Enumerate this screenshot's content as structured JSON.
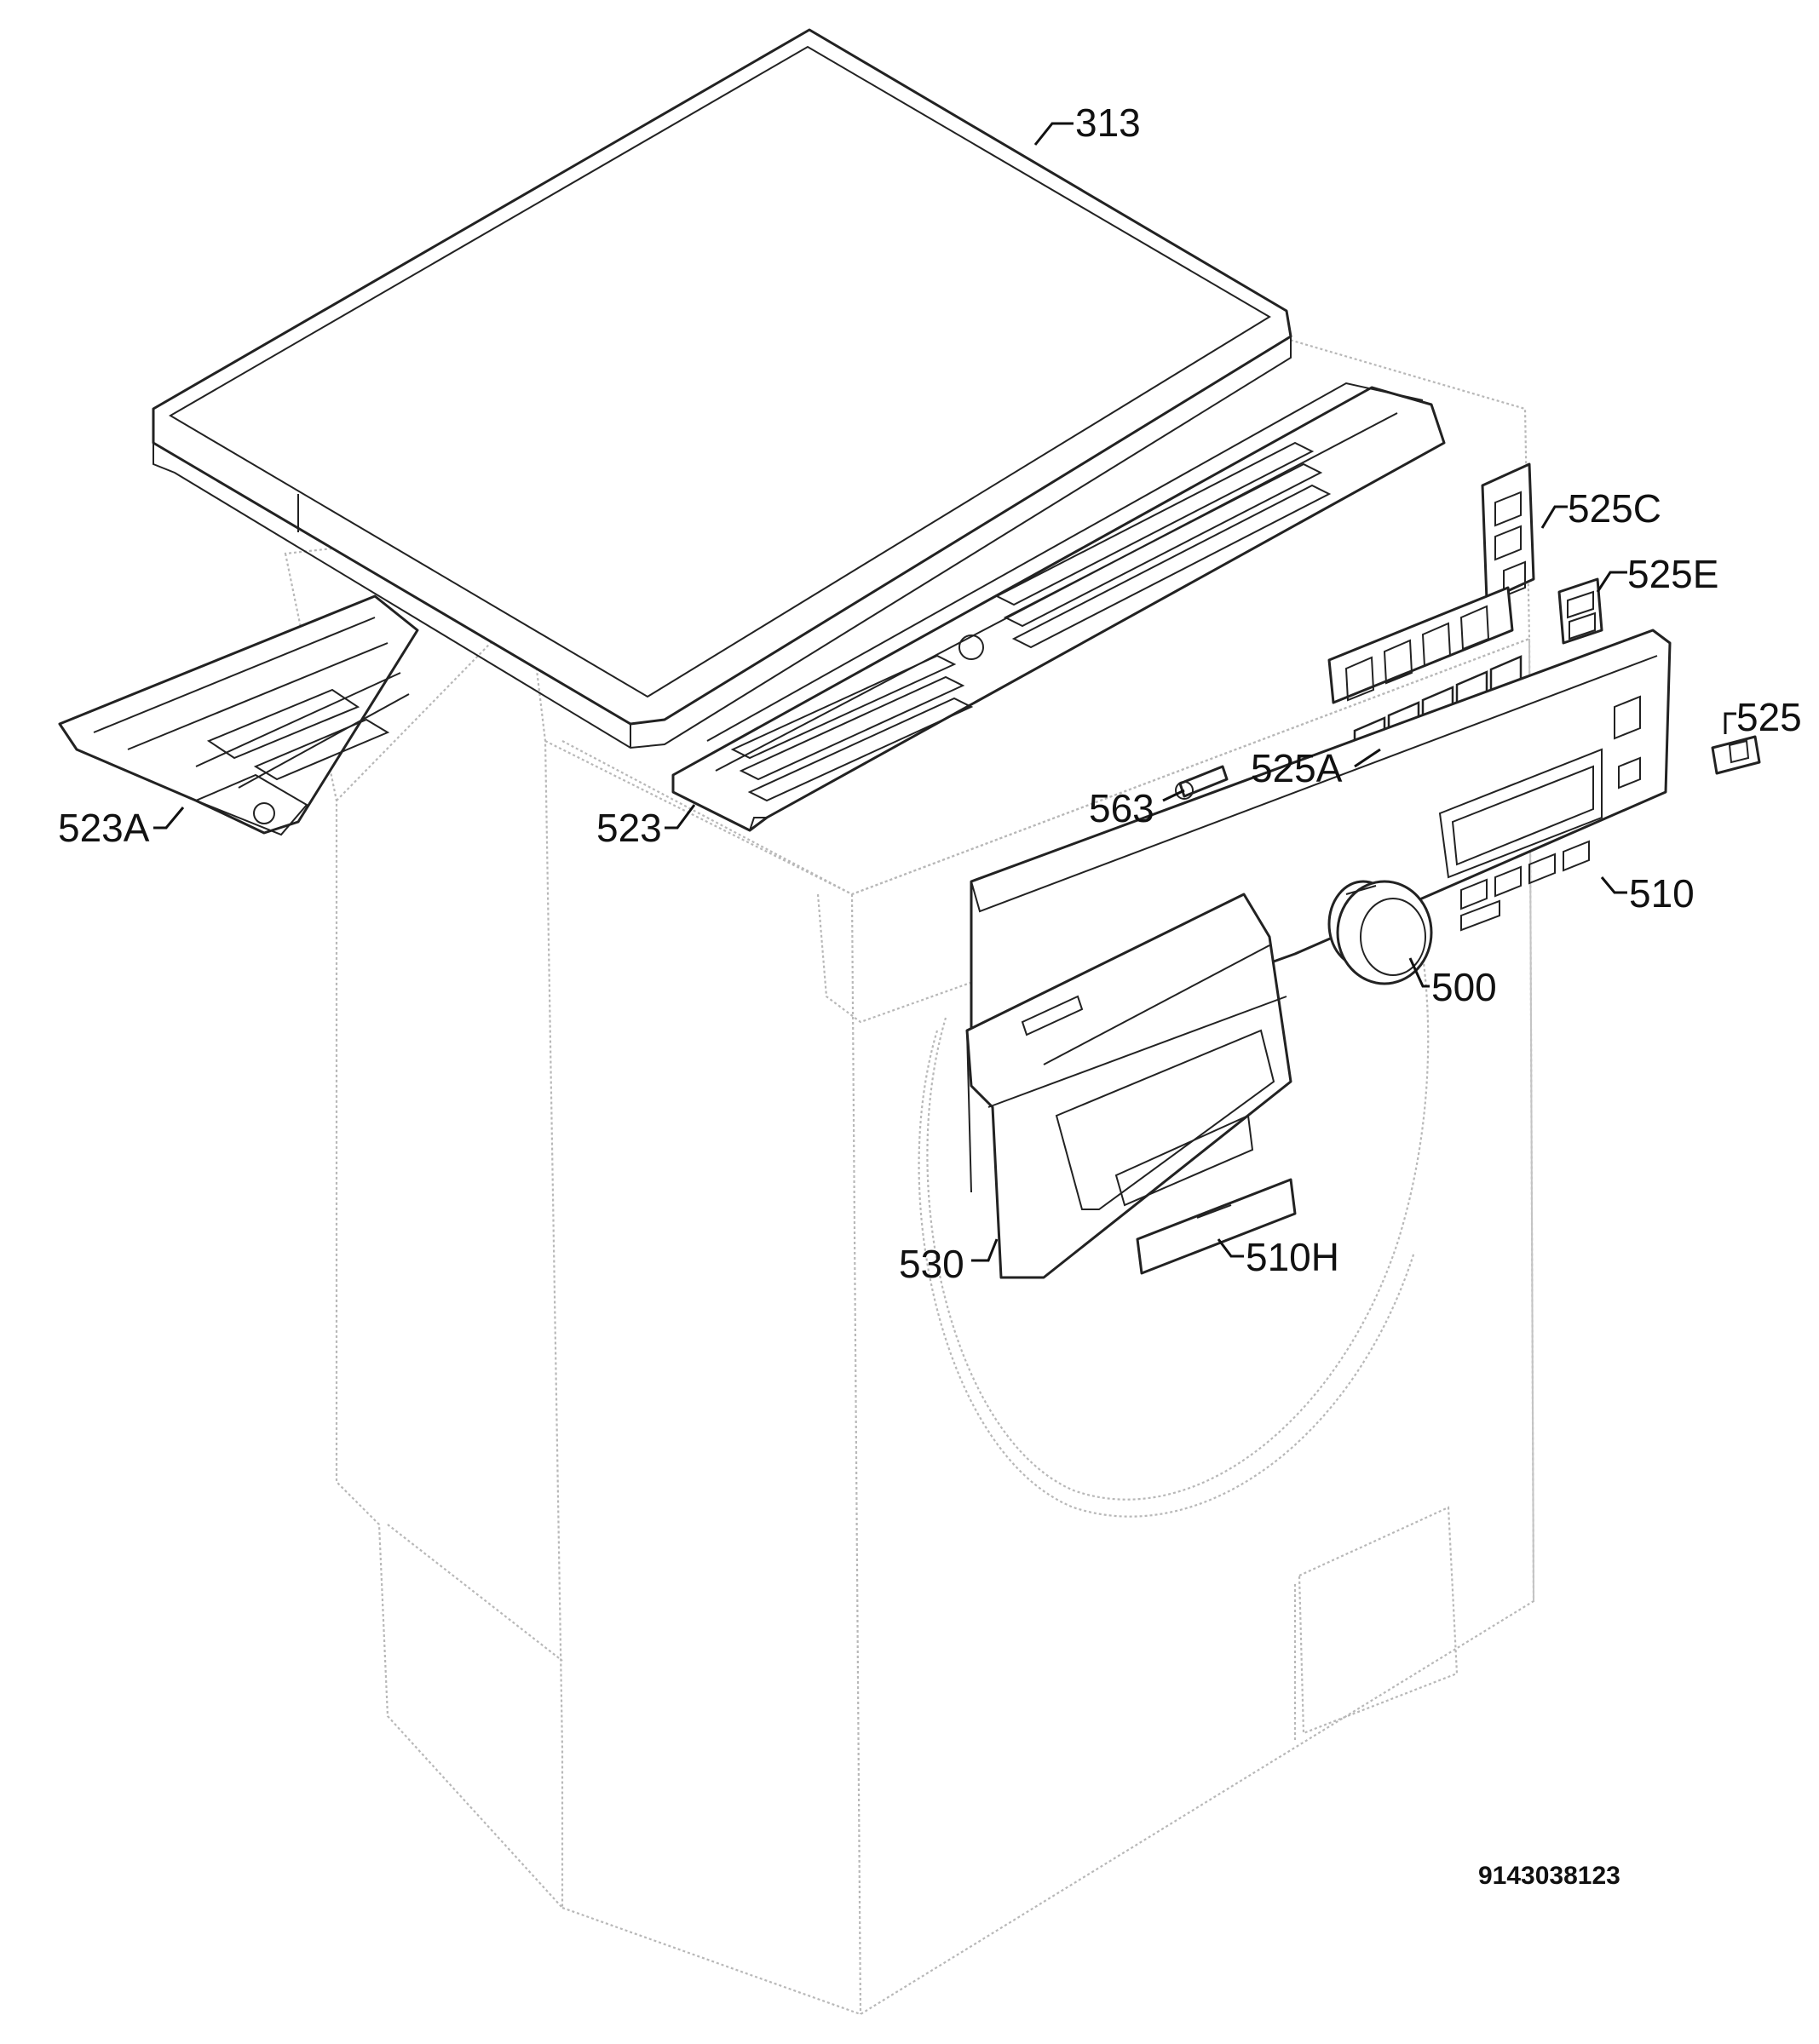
{
  "callouts": {
    "c313": "313",
    "c525C": "525C",
    "c525E": "525E",
    "c525": "525",
    "c525A": "525A",
    "c563": "563",
    "c523A": "523A",
    "c523": "523",
    "c510": "510",
    "c500": "500",
    "c530": "530",
    "c510H": "510H"
  },
  "document_number": "9143038123"
}
